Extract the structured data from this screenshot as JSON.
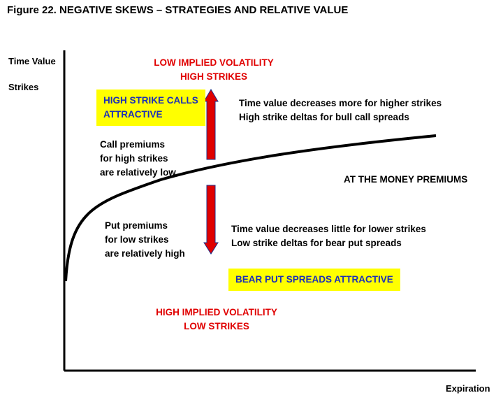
{
  "figure_title": "Figure 22. NEGATIVE SKEWS – STRATEGIES AND RELATIVE VALUE",
  "axes": {
    "y_label_1": "Time Value",
    "y_label_2": "Strikes",
    "x_label": "Expiration"
  },
  "top": {
    "line1": "LOW IMPLIED VOLATILITY",
    "line2": "HIGH STRIKES"
  },
  "bottom": {
    "line1": "HIGH IMPLIED VOLATILITY",
    "line2": "LOW STRIKES"
  },
  "call_box": {
    "line1": "HIGH STRIKE CALLS",
    "line2": "ATTRACTIVE"
  },
  "put_box": {
    "text": "BEAR PUT SPREADS ATTRACTIVE"
  },
  "call_premiums": {
    "line1": "Call premiums",
    "line2": "for high strikes",
    "line3": "are relatively low"
  },
  "put_premiums": {
    "line1": "Put premiums",
    "line2": "for low strikes",
    "line3": "are relatively high"
  },
  "high_strike_note": {
    "line1": "Time value decreases more for higher strikes",
    "line2": "High strike deltas for bull call spreads"
  },
  "low_strike_note": {
    "line1": "Time value decreases little for lower strikes",
    "line2": "Low strike deltas for bear put spreads"
  },
  "curve_label": "AT THE MONEY PREMIUMS",
  "colors": {
    "red": "#e00000",
    "blue": "#1b2fb8",
    "highlight": "#ffff00",
    "arrow_fill": "#e00000",
    "arrow_edge": "#1b2f8a"
  }
}
